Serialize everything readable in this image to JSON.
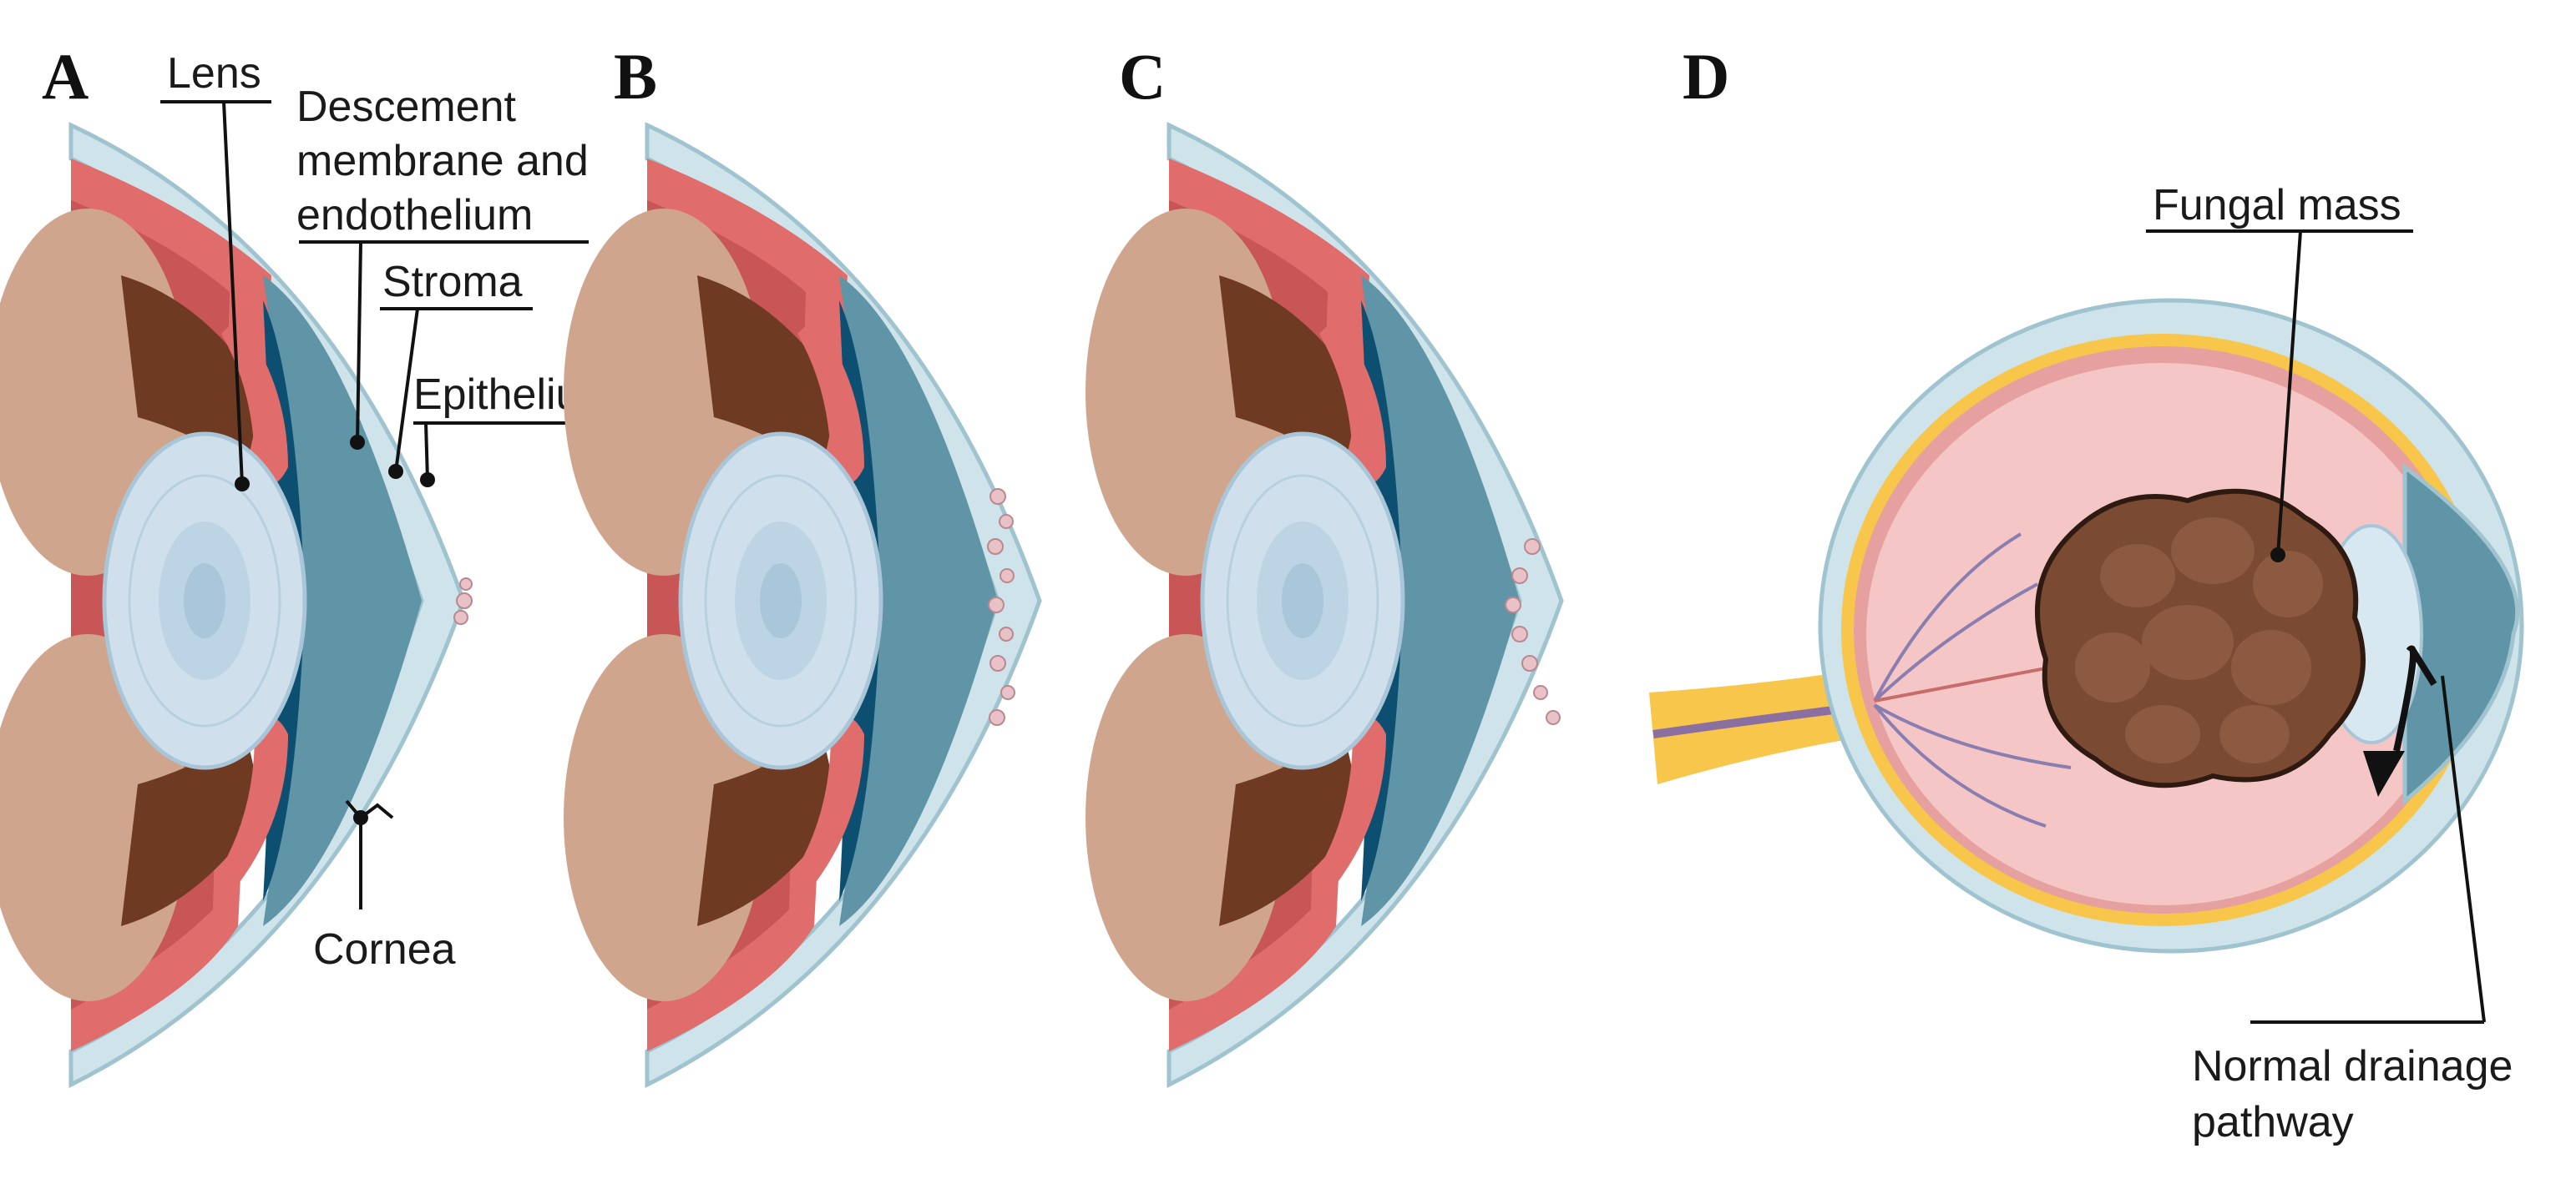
{
  "panels": {
    "a": {
      "letter": "A"
    },
    "b": {
      "letter": "B"
    },
    "c": {
      "letter": "C"
    },
    "d": {
      "letter": "D"
    }
  },
  "labels": {
    "lens": "Lens",
    "descemet_line1": "Descement",
    "descemet_line2": "membrane and",
    "descemet_line3": "endothelium",
    "stroma": "Stroma",
    "epithelium": "Epithelium",
    "cornea": "Cornea",
    "fungal_mass": "Fungal mass",
    "drainage_line1": "Normal drainage",
    "drainage_line2": "pathway"
  },
  "colors": {
    "cornea_outer": "#cfe3ea",
    "cornea_edge": "#9fc3cf",
    "anterior_chamber": "#5f95a6",
    "endothelium": "#0c4f70",
    "iris_muscle": "#e06c6c",
    "ciliary_dark": "#6e3a22",
    "lens": "#cfe0ec",
    "fungus": "#7a4a32",
    "retina": "#f4c6c6",
    "optic_nerve": "#f7c64a"
  }
}
